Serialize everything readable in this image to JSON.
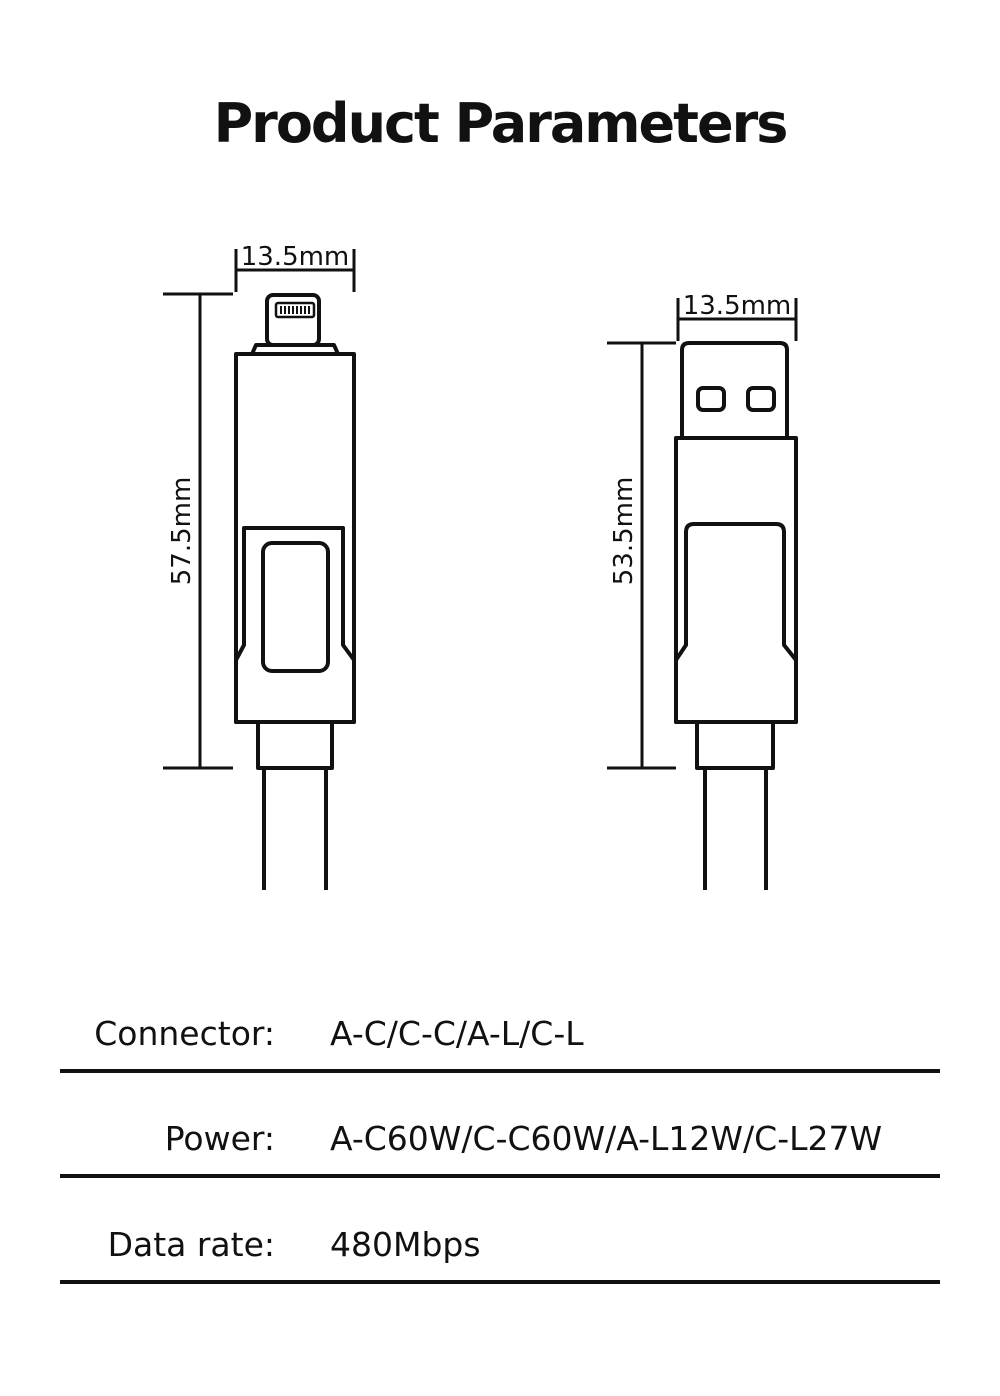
{
  "title": "Product Parameters",
  "connectors": {
    "left": {
      "width_label": "13.5mm",
      "height_label": "57.5mm"
    },
    "right": {
      "width_label": "13.5mm",
      "height_label": "53.5mm"
    }
  },
  "specs": [
    {
      "label": "Connector:",
      "value": "A-C/C-C/A-L/C-L"
    },
    {
      "label": "Power:",
      "value": "A-C60W/C-C60W/A-L12W/C-L27W"
    },
    {
      "label": "Data rate:",
      "value": "480Mbps"
    }
  ],
  "colors": {
    "stroke": "#111111",
    "background": "#ffffff"
  }
}
